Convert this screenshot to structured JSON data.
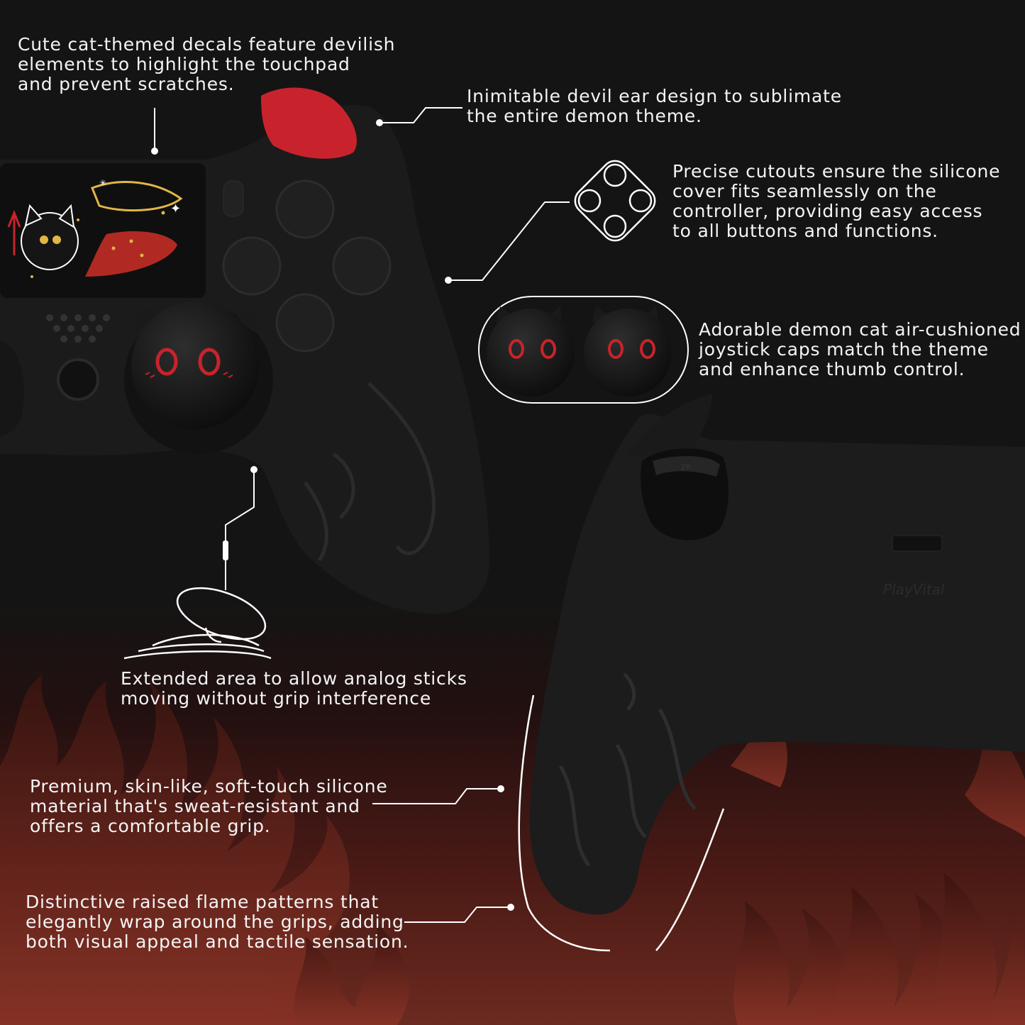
{
  "callouts": {
    "decals": "Cute cat-themed decals feature devilish\nelements to highlight the touchpad\nand prevent scratches.",
    "devil_ear": "Inimitable devil ear design to sublimate\nthe entire demon theme.",
    "cutouts": "Precise cutouts ensure the silicone\ncover fits seamlessly on the\ncontroller, providing easy access\nto all buttons and functions.",
    "joystick_caps": "Adorable demon cat air-cushioned\njoystick caps match the theme\nand enhance thumb control.",
    "extended_area": "Extended area to allow analog sticks\nmoving without grip interference",
    "silicone": "Premium, skin-like, soft-touch silicone\nmaterial that's sweat-resistant and\noffers a comfortable grip.",
    "flame": "Distinctive raised flame patterns that\nelegantly wrap around the grips, adding\nboth visual appeal and tactile sensation."
  },
  "brand_mark": "PlayVital",
  "trigger_label": "ZR",
  "colors": {
    "background": "#141414",
    "flame_red": "#7a2a22",
    "accent_red": "#c8232c",
    "silicone": "#1b1b1b",
    "text": "#f4f4f4"
  }
}
